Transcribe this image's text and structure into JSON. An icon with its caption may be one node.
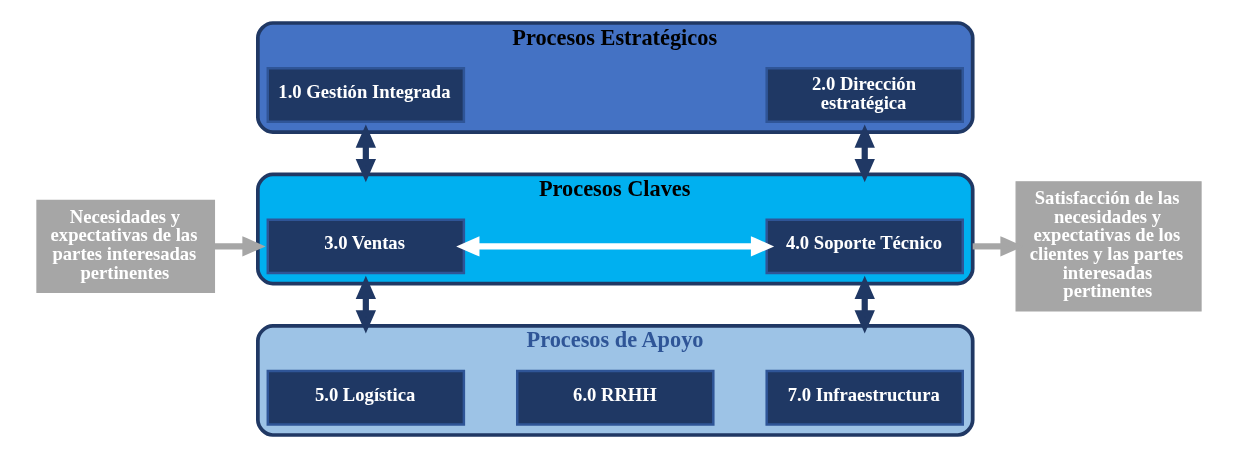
{
  "diagram": {
    "nodes": [
      {
        "text": [
          "Necesidades y expectativas de las partes interesadas pertinentes"
        ]
      },
      {
        "text": [
          "Procesos Estratégicos"
        ]
      },
      {
        "text": [
          "1.0 Gestión Integrada"
        ],
        "in": 1
      },
      {
        "text": [
          "2.0 Dirección estratégica"
        ],
        "in": 1
      },
      {
        "text": [
          "Procesos Claves"
        ]
      },
      {
        "text": [
          "3.0 Ventas"
        ],
        "in": 4
      },
      {
        "text": [
          "4.0 Soporte Técnico"
        ],
        "in": 4
      },
      {
        "text": [
          "Procesos de Apoyo"
        ]
      },
      {
        "text": [
          "5.0 Logística"
        ],
        "in": 7
      },
      {
        "text": [
          "6.0 RRHH"
        ],
        "in": 7
      },
      {
        "text": [
          "7.0 Infraestructura"
        ],
        "in": 7
      },
      {
        "text": [
          "Satisfacción de las necesidades y expectativas de los clientes y las partes interesadas pertinentes"
        ]
      }
    ],
    "edges": [
      {
        "from": 0,
        "to": 4,
        "arrow": "to",
        "color": "#a6a6a6"
      },
      {
        "from": 1,
        "to": 4,
        "arrow": "both"
      },
      {
        "from": 1,
        "to": 4,
        "arrow": "both"
      },
      {
        "from": 5,
        "to": 6,
        "arrow": "both",
        "color": "#ffffff"
      },
      {
        "from": 4,
        "to": 7,
        "arrow": "both"
      },
      {
        "from": 4,
        "to": 7,
        "arrow": "both"
      },
      {
        "from": 4,
        "to": 11,
        "arrow": "to",
        "color": "#a6a6a6"
      }
    ]
  }
}
